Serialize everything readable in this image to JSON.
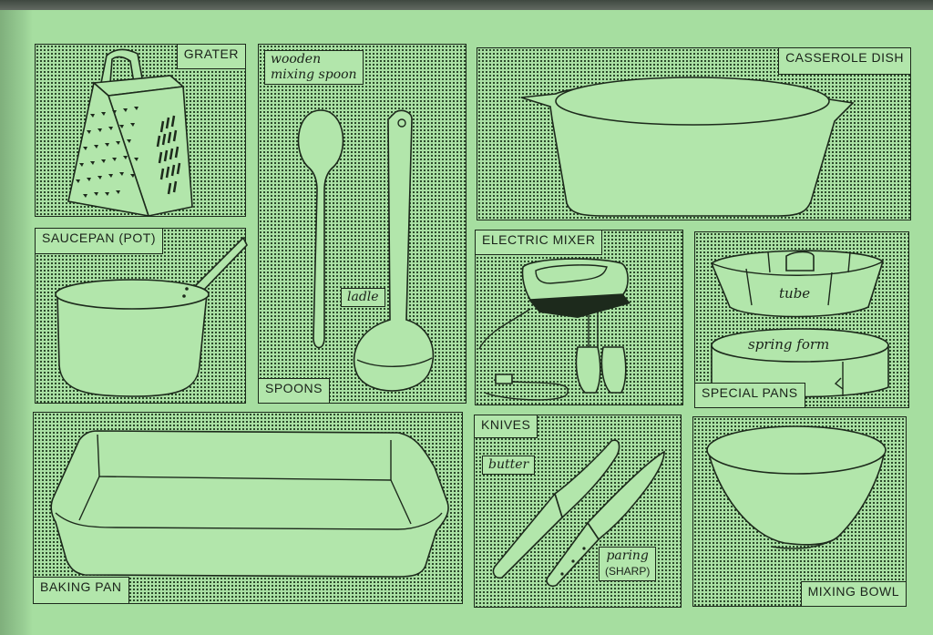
{
  "page": {
    "background_color": "#a6dea0",
    "ink_color": "#1d2a1c",
    "panels": [
      {
        "id": "grater",
        "label": "GRATER"
      },
      {
        "id": "spoons",
        "label": "SPOONS",
        "callouts": [
          "wooden mixing spoon",
          "ladle"
        ]
      },
      {
        "id": "casserole",
        "label": "CASSEROLE DISH"
      },
      {
        "id": "saucepan",
        "label": "SAUCEPAN (POT)"
      },
      {
        "id": "electric-mixer",
        "label": "ELECTRIC MIXER"
      },
      {
        "id": "special-pans",
        "label": "SPECIAL PANS",
        "callouts": [
          "tube",
          "spring form"
        ]
      },
      {
        "id": "baking-pan",
        "label": "BAKING PAN"
      },
      {
        "id": "knives",
        "label": "KNIVES",
        "callouts": [
          "butter",
          "paring",
          "(SHARP)"
        ]
      },
      {
        "id": "mixing-bowl",
        "label": "MIXING BOWL"
      }
    ]
  },
  "labels": {
    "grater": "GRATER",
    "spoons": "SPOONS",
    "wooden_spoon_line1": "wooden",
    "wooden_spoon_line2": "mixing spoon",
    "ladle": "ladle",
    "casserole": "CASSEROLE DISH",
    "saucepan": "SAUCEPAN (POT)",
    "mixer": "ELECTRIC MIXER",
    "special_pans": "SPECIAL PANS",
    "tube": "tube",
    "spring_form": "spring form",
    "baking_pan": "BAKING PAN",
    "knives": "KNIVES",
    "butter": "butter",
    "paring": "paring",
    "sharp": "(SHARP)",
    "mixing_bowl": "MIXING BOWL"
  }
}
